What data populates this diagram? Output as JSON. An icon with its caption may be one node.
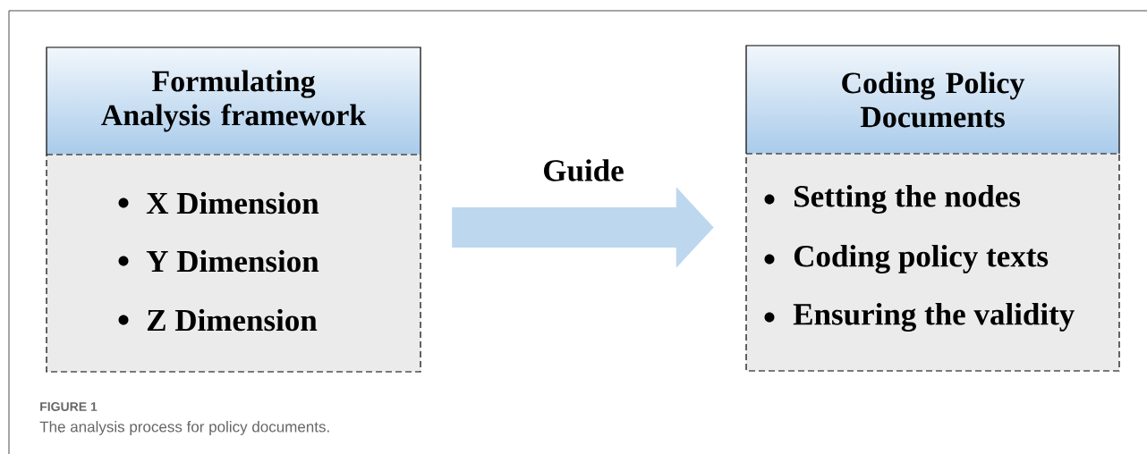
{
  "diagram": {
    "caption": "The analysis process for policy documents.",
    "nodes": [
      {
        "text": [
          "Formulating Analysis framework",
          "X Dimension",
          "Y Dimension",
          "Z Dimension"
        ]
      },
      {
        "text": [
          "Coding Policy Documents",
          "Setting the nodes",
          "Coding policy texts",
          "Ensuring the validity"
        ]
      }
    ],
    "edges": [
      {
        "from": 0,
        "to": 1,
        "arrow": "to",
        "label": "Guide"
      }
    ],
    "labels": [
      "FIGURE 1"
    ]
  }
}
